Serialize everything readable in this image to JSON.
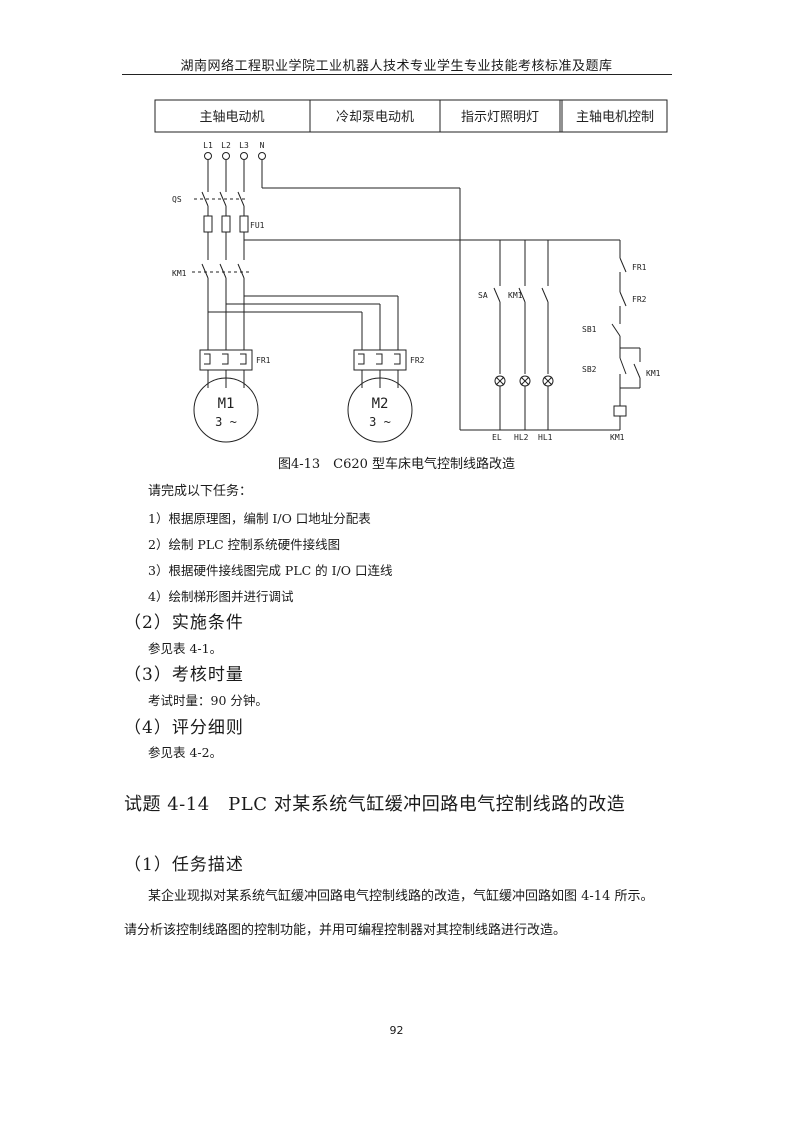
{
  "header": {
    "title": "湖南网络工程职业学院工业机器人技术专业学生专业技能考核标准及题库"
  },
  "diagram": {
    "columns": [
      "主轴电动机",
      "冷却泵电动机",
      "指示灯照明灯",
      "主轴电机控制"
    ],
    "labels": {
      "l1": "L1",
      "l2": "L2",
      "l3": "L3",
      "n": "N",
      "qs": "QS",
      "fu1": "FU1",
      "km1_main": "KM1",
      "fr1": "FR1",
      "fr2": "FR2",
      "m1": "M1",
      "m2": "M2",
      "motor_phase": "3 ~",
      "sa": "SA",
      "km1_aux": "KM1",
      "el": "EL",
      "hl2": "HL2",
      "hl1": "HL1",
      "fr1_ctrl": "FR1",
      "fr2_ctrl": "FR2",
      "sb1": "SB1",
      "sb2": "SB2",
      "km1_hold": "KM1",
      "km1_coil": "KM1"
    }
  },
  "caption": "图4-13　C620 型车床电气控制线路改造",
  "intro": "请完成以下任务：",
  "tasks": [
    "1）根据原理图，编制 I/O 口地址分配表",
    "2）绘制 PLC 控制系统硬件接线图",
    "3）根据硬件接线图完成 PLC 的 I/O 口连线",
    "4）绘制梯形图并进行调试"
  ],
  "sections": [
    {
      "heading": "（2）实施条件",
      "body": "参见表 4-1。"
    },
    {
      "heading": "（3）考核时量",
      "body": "考试时量：90 分钟。"
    },
    {
      "heading": "（4）评分细则",
      "body": "参见表 4-2。"
    }
  ],
  "subject_title": "试题 4-14　PLC 对某系统气缸缓冲回路电气控制线路的改造",
  "task_heading": "（1）任务描述",
  "paragraph_1": "某企业现拟对某系统气缸缓冲回路电气控制线路的改造，气缸缓冲回路如图 4-14 所示。",
  "paragraph_2": "请分析该控制线路图的控制功能，并用可编程控制器对其控制线路进行改造。",
  "page_number": "92"
}
